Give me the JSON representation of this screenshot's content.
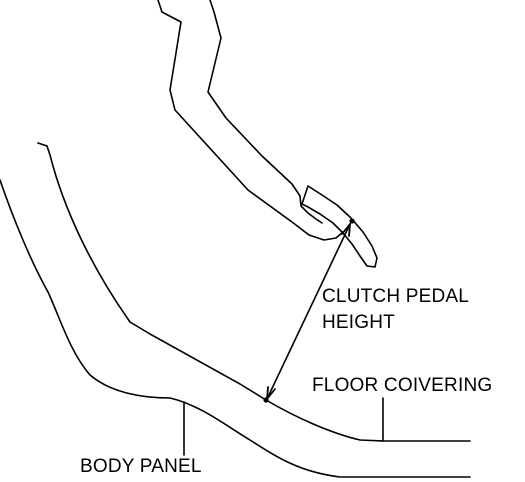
{
  "diagram": {
    "labels": {
      "clutch_pedal_height_line1": "CLUTCH PEDAL",
      "clutch_pedal_height_line2": "HEIGHT",
      "floor_covering": "FLOOR COIVERING",
      "body_panel": "BODY PANEL"
    },
    "colors": {
      "line": "#000000",
      "background": "#ffffff"
    }
  }
}
